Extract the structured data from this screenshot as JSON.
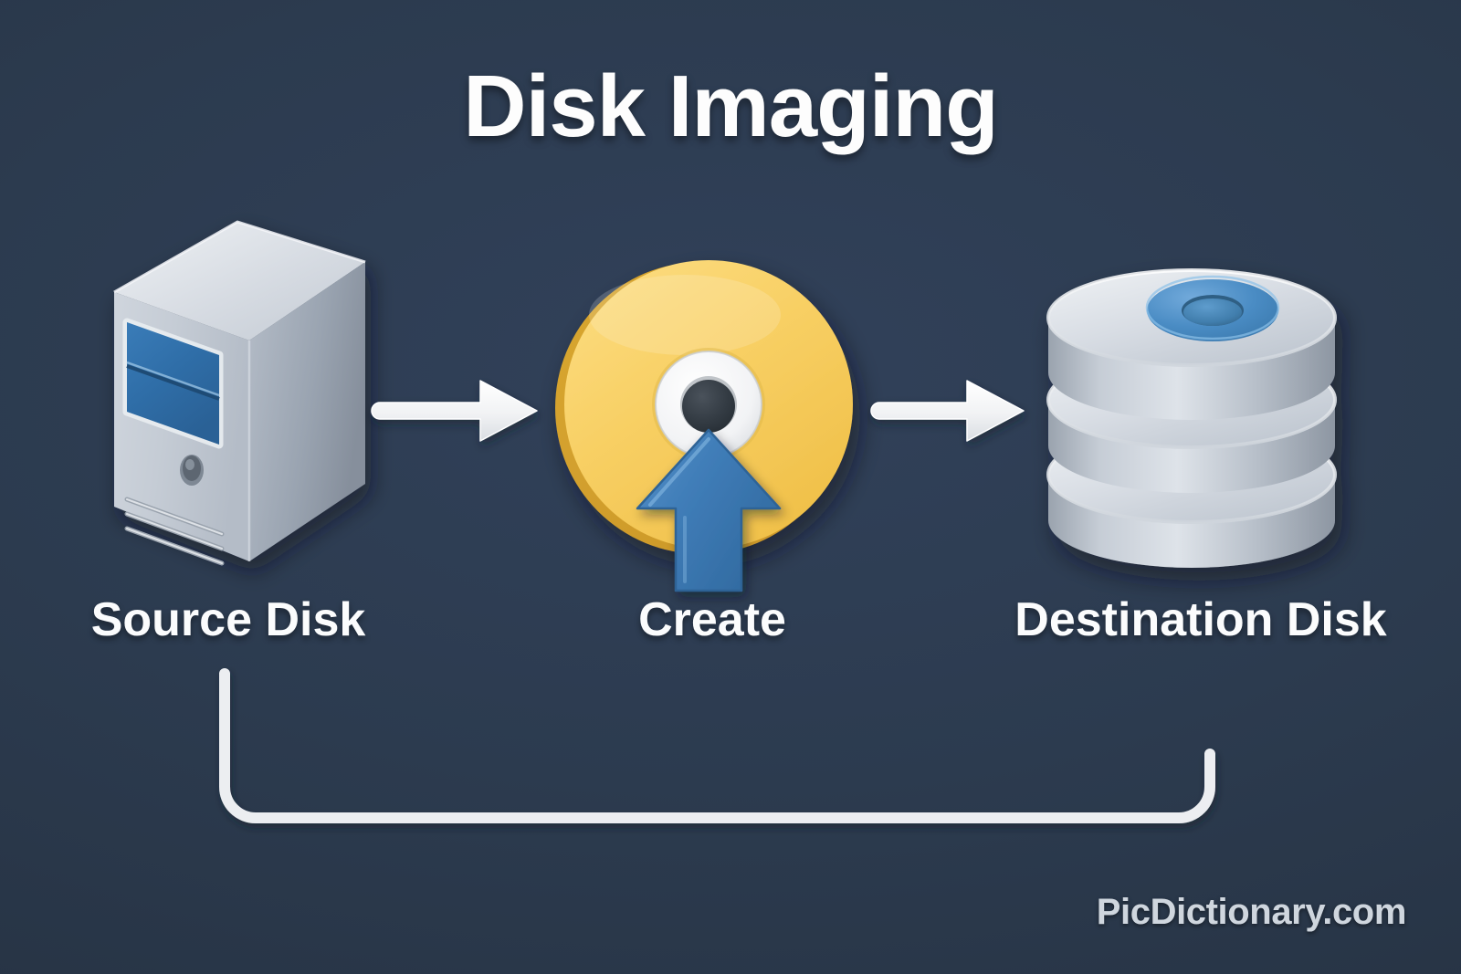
{
  "page": {
    "title": "Disk Imaging",
    "background_color": "#2b3a4e",
    "watermark": "PicDictionary.com"
  },
  "colors": {
    "background": "#2b3a4e",
    "background_dark": "#22303f",
    "text": "#fdfdfd",
    "arrow_white": "#f2f3f5",
    "metal_light": "#dfe3e8",
    "metal_mid": "#b2bac4",
    "metal_dark": "#8e97a3",
    "panel_blue": "#2f6ea8",
    "disc_yellow": "#f7d063",
    "disc_yellow_dark": "#e8b93c",
    "arrow_blue": "#3d7ab5",
    "hub_blue": "#4a8cc4",
    "hole_dark": "#333b42"
  },
  "flow": {
    "nodes": [
      {
        "id": "source",
        "label": "Source Disk",
        "icon": "computer-tower-icon"
      },
      {
        "id": "create",
        "label": "Create",
        "icon": "compact-disc-upload-icon"
      },
      {
        "id": "destination",
        "label": "Destination Disk",
        "icon": "database-stack-icon"
      }
    ],
    "connectors": [
      {
        "id": "arrow-1",
        "from": "source",
        "to": "create",
        "style": "straight-right-arrow"
      },
      {
        "id": "arrow-2",
        "from": "create",
        "to": "destination",
        "style": "straight-right-arrow"
      },
      {
        "id": "feedback",
        "from": "source",
        "to": "destination",
        "style": "rounded-bracket-line"
      }
    ]
  }
}
